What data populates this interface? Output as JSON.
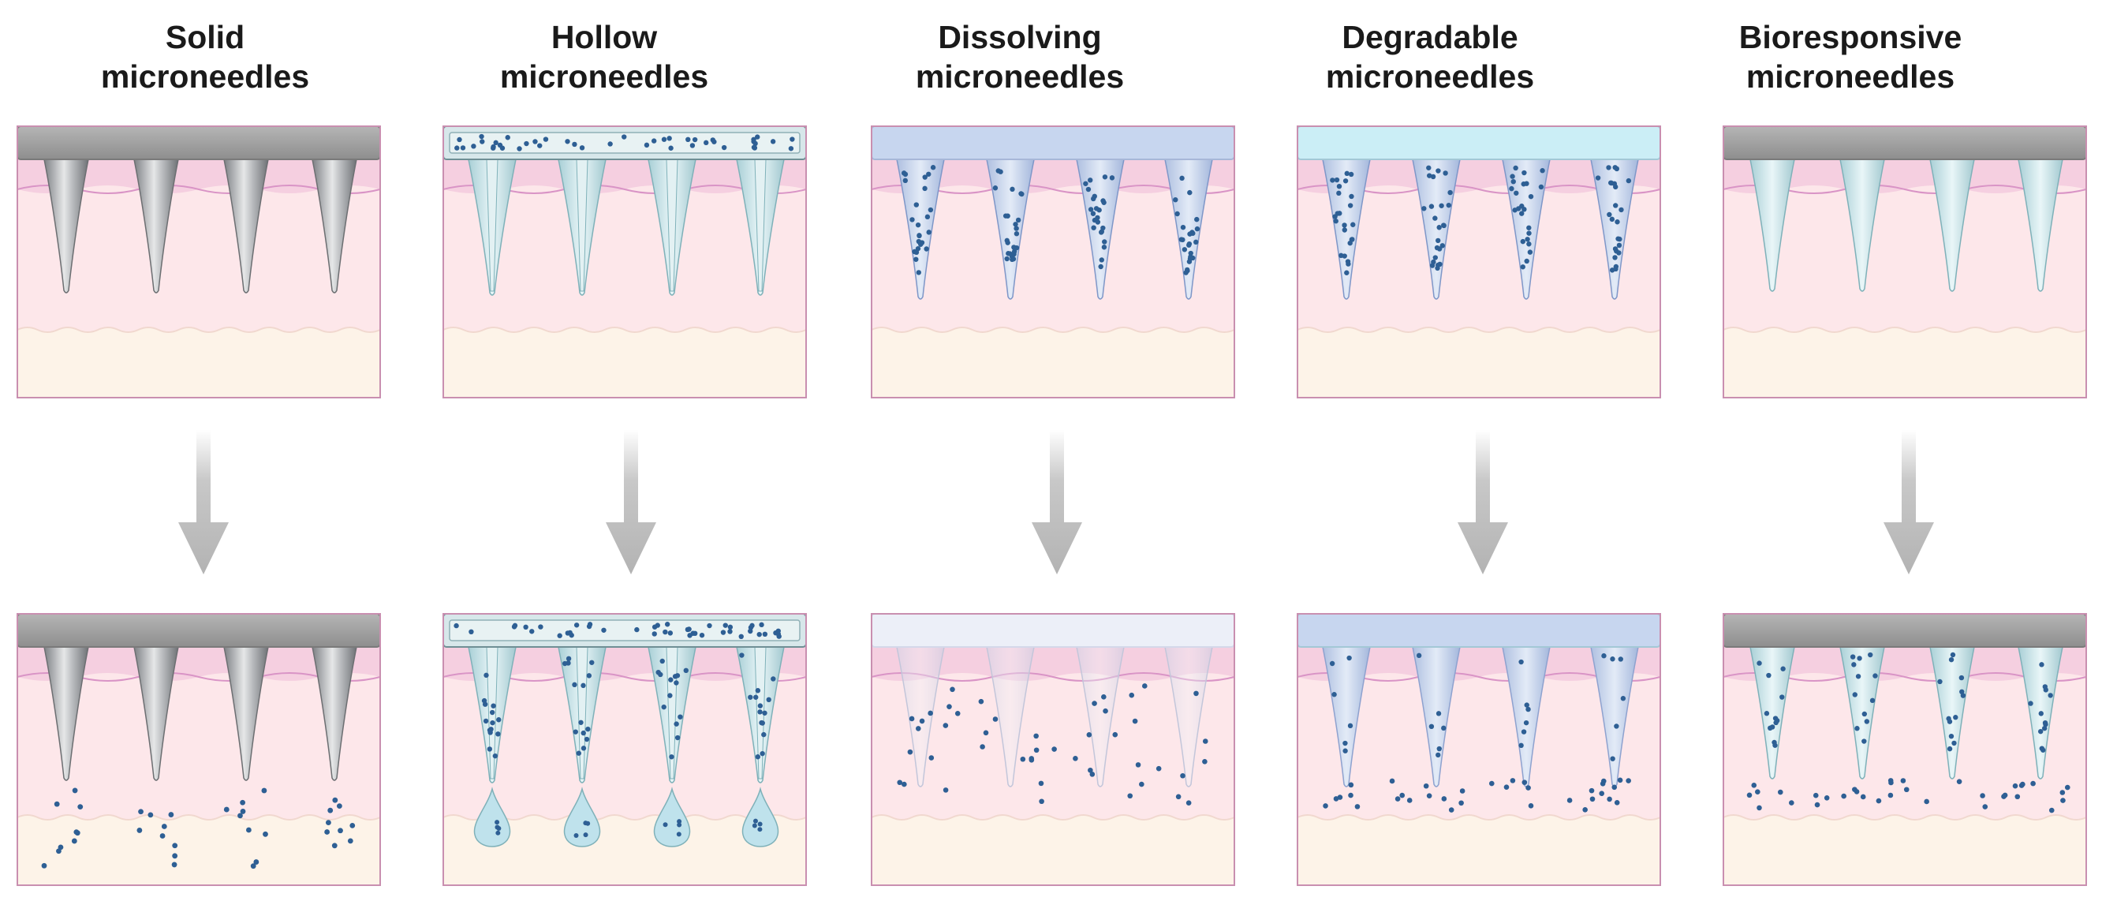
{
  "columns": [
    {
      "id": "solid",
      "title_line1": "Solid",
      "title_line2": "microneedles",
      "needle": "solid",
      "backing": "steel",
      "release": "cluster"
    },
    {
      "id": "hollow",
      "title_line1": "Hollow",
      "title_line2": "microneedles",
      "needle": "hollow",
      "backing": "reservoir",
      "release": "droplet"
    },
    {
      "id": "dissolving",
      "title_line1": "Dissolving",
      "title_line2": "microneedles",
      "needle": "loaded",
      "backing": "polymer",
      "release": "dissolve"
    },
    {
      "id": "degradable",
      "title_line1": "Degradable",
      "title_line2": "microneedles",
      "needle": "loaded",
      "backing": "polymer-light",
      "release": "degrade"
    },
    {
      "id": "bioresponsive",
      "title_line1": "Bioresponsive",
      "title_line2": "microneedles",
      "needle": "hydrogel",
      "backing": "steel",
      "release": "responsive"
    }
  ],
  "colors": {
    "epidermis": "#f5cfe0",
    "epidermis_line": "#d994c6",
    "dermis": "#fde7ea",
    "hypodermis": "#fdf3e8",
    "frame": "#c98fb0",
    "steel_backing": "#9a9a9a",
    "steel_needle": "#b0b3b6",
    "hydrogel": "#cfe8ec",
    "hydrogel_edge": "#7fb1b9",
    "drug": "#2e5f94",
    "arrow": "#bdbdbd",
    "title": "#1a1a1a"
  }
}
